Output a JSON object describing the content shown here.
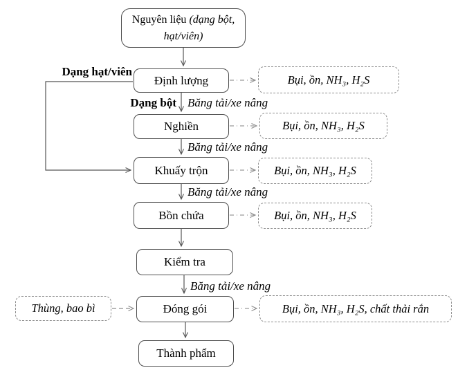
{
  "diagram": {
    "process_boxes": [
      {
        "label": "Nguyên liệu",
        "note": "(dạng bột, hạt/viên)"
      },
      {
        "label": "Định lượng"
      },
      {
        "label": "Nghiền"
      },
      {
        "label": "Khuấy trộn"
      },
      {
        "label": "Bồn chứa"
      },
      {
        "label": "Kiểm tra"
      },
      {
        "label": "Đóng gói"
      },
      {
        "label": "Thành phẩm"
      }
    ],
    "emission_boxes": [
      {
        "label": "Bụi, ồn, NH₃, H₂S"
      },
      {
        "label": "Bụi, ồn, NH₃, H₂S"
      },
      {
        "label": "Bụi, ồn, NH₃, H₂S"
      },
      {
        "label": "Bụi, ồn, NH₃, H₂S"
      },
      {
        "label": "Bụi, ồn, NH₃, H₂S, chất thải rắn"
      }
    ],
    "input_box": {
      "label": "Thùng, bao bì"
    },
    "branch_labels": {
      "granule": "Dạng hạt/viên",
      "powder": "Dạng bột"
    },
    "transport_label": "Băng tải/xe nâng",
    "colors": {
      "solid_border": "#4d4d4d",
      "dashed_border": "#8c8c8c",
      "connector": "#9a9a9a",
      "text": "#000000",
      "background": "#ffffff"
    }
  }
}
